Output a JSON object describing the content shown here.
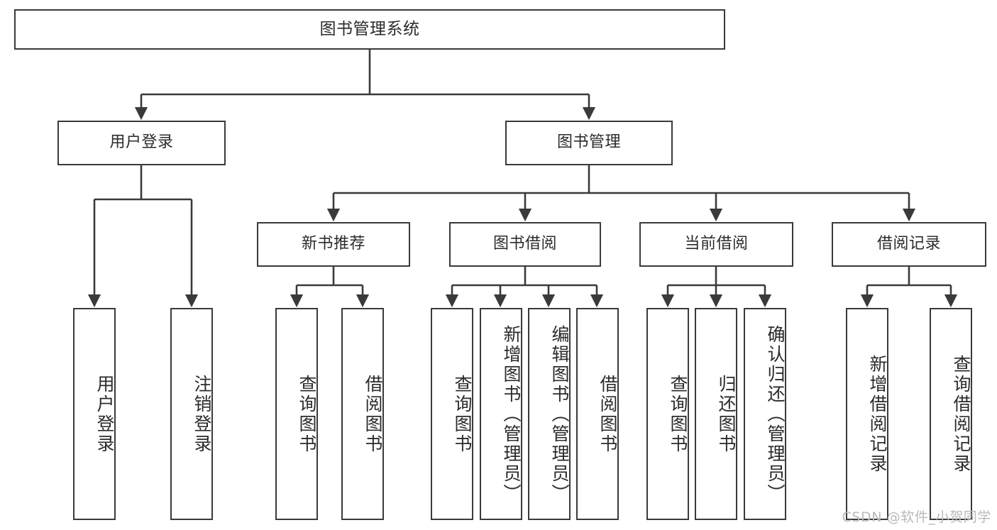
{
  "diagram": {
    "title": "图书管理系统",
    "type": "tree",
    "watermark": "CSDN @软件_小贺同学",
    "colors": {
      "stroke": "#3a3a3a",
      "fill": "#ffffff",
      "text": "#2b2b2b",
      "watermark": "#b9b9b9"
    },
    "nodes": {
      "root": "图书管理系统",
      "level1": [
        "用户登录",
        "图书管理"
      ],
      "level2": [
        "新书推荐",
        "图书借阅",
        "当前借阅",
        "借阅记录"
      ],
      "leaves_user_login": [
        "用户登录",
        "注销登录"
      ],
      "leaves_new_book": [
        "查询图书",
        "借阅图书"
      ],
      "leaves_borrow": [
        "查询图书",
        "新增图书（管理员）",
        "编辑图书（管理员）",
        "借阅图书"
      ],
      "leaves_current": [
        "查询图书",
        "归还图书",
        "确认归还（管理员）"
      ],
      "leaves_record": [
        "新增借阅记录",
        "查询借阅记录"
      ]
    }
  }
}
